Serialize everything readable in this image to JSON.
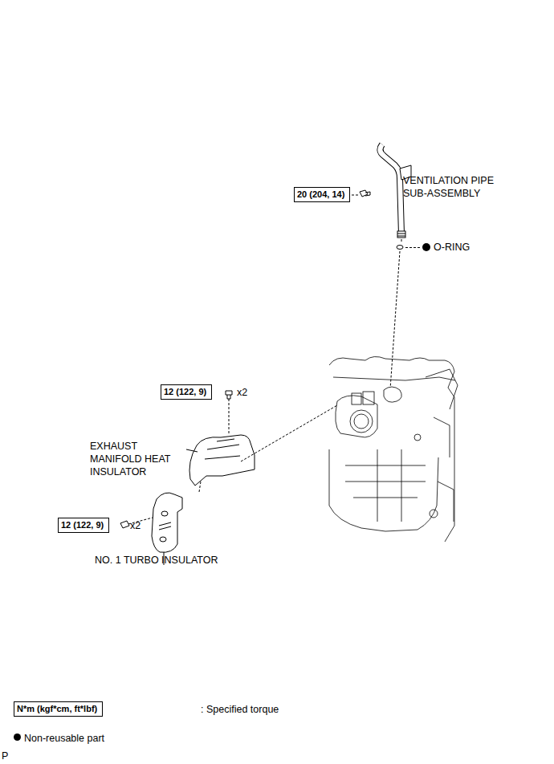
{
  "diagram": {
    "nodes": [
      {
        "text": [
          "20 (204, 14)"
        ]
      },
      {
        "text": [
          "12 (122, 9)"
        ]
      },
      {
        "text": [
          "12 (122, 9)"
        ]
      },
      {
        "text": [
          "N*m (kgf*cm, ft*lbf)"
        ]
      }
    ],
    "labels": [
      "VENTILATION PIPE SUB-ASSEMBLY",
      "O-RING",
      "x2",
      "EXHAUST MANIFOLD HEAT INSULATOR",
      "x2",
      "NO. 1 TURBO INSULATOR",
      "P"
    ],
    "legend": [
      {
        "text": ": Specified torque"
      },
      {
        "text": "Non-reusable part",
        "color": "#000000"
      }
    ]
  }
}
